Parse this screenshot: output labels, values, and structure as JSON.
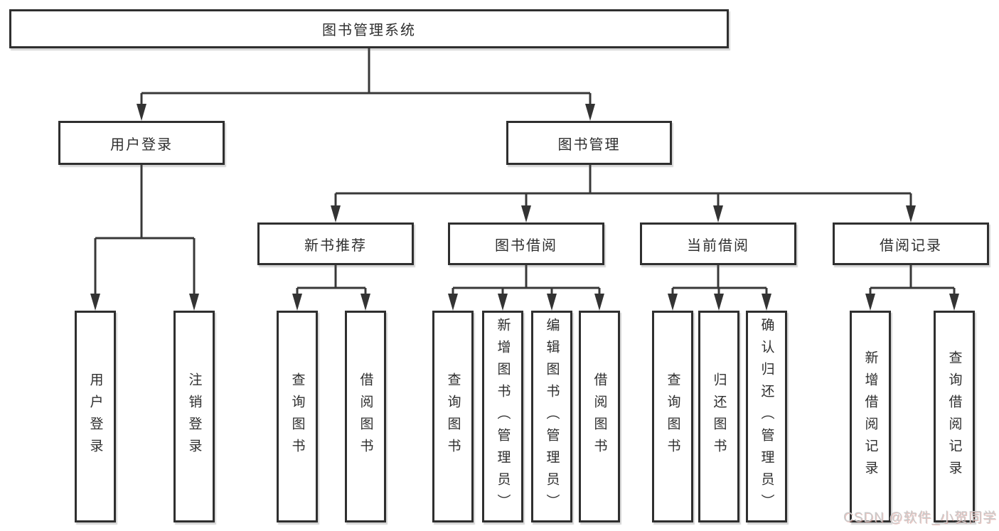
{
  "nodes": {
    "root": "图书管理系统",
    "user_login": "用户登录",
    "book_mgmt": "图书管理",
    "new_book_rec": "新书推荐",
    "book_borrow": "图书借阅",
    "current_borrow": "当前借阅",
    "borrow_record": "借阅记录",
    "leaves": [
      "用户登录",
      "注销登录",
      "查询图书",
      "借阅图书",
      "查询图书",
      "新增图书（管理员）",
      "编辑图书（管理员）",
      "借阅图书",
      "查询图书",
      "归还图书",
      "确认归还（管理员）",
      "新增借阅记录",
      "查询借阅记录"
    ]
  },
  "watermark": "CSDN @软件_小贺同学",
  "colors": {
    "line": "#383838",
    "arrow": "#333333",
    "box_border": "#2f2f2f",
    "text": "#2f2f2f",
    "watermark_gray": "#c9c9c9"
  }
}
